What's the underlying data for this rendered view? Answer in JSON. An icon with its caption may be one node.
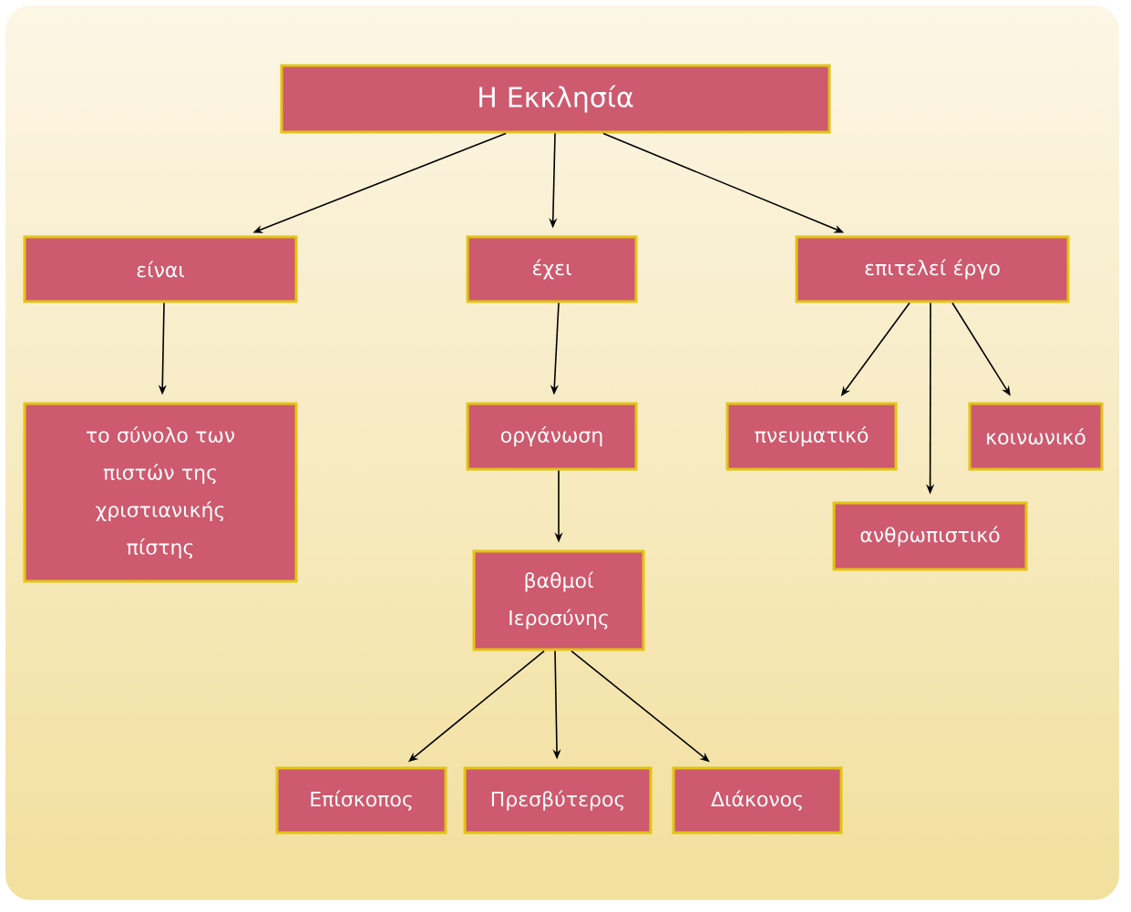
{
  "diagram": {
    "nodes": [
      {
        "text": [
          "Η Εκκλησία"
        ]
      },
      {
        "text": [
          "είναι"
        ]
      },
      {
        "text": [
          "έχει"
        ]
      },
      {
        "text": [
          "επιτελεί έργο"
        ]
      },
      {
        "text": [
          "το σύνολο των πιστών της χριστιανικής πίστης"
        ]
      },
      {
        "text": [
          "οργάνωση"
        ]
      },
      {
        "text": [
          "πνευματικό"
        ]
      },
      {
        "text": [
          "κοινωνικό"
        ]
      },
      {
        "text": [
          "ανθρωπιστικό"
        ]
      },
      {
        "text": [
          "βαθμοί Ιεροσύνης"
        ]
      },
      {
        "text": [
          "Επίσκοπος"
        ]
      },
      {
        "text": [
          "Πρεσβύτερος"
        ]
      },
      {
        "text": [
          "Διάκονος"
        ]
      }
    ],
    "edges": [
      {
        "from": 0,
        "to": 1,
        "arrow": "to"
      },
      {
        "from": 0,
        "to": 2,
        "arrow": "to"
      },
      {
        "from": 0,
        "to": 3,
        "arrow": "to"
      },
      {
        "from": 1,
        "to": 4,
        "arrow": "to"
      },
      {
        "from": 2,
        "to": 5,
        "arrow": "to"
      },
      {
        "from": 5,
        "to": 9,
        "arrow": "to"
      },
      {
        "from": 3,
        "to": 6,
        "arrow": "to"
      },
      {
        "from": 3,
        "to": 8,
        "arrow": "to"
      },
      {
        "from": 3,
        "to": 7,
        "arrow": "to"
      },
      {
        "from": 9,
        "to": 10,
        "arrow": "to"
      },
      {
        "from": 9,
        "to": 11,
        "arrow": "to"
      },
      {
        "from": 9,
        "to": 12,
        "arrow": "to"
      }
    ]
  }
}
